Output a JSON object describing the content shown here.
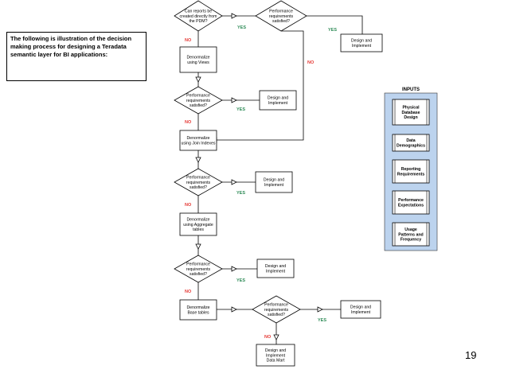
{
  "intro_text": "The following is illustration of the decision making process for designing a Teradata semantic layer for BI applications:",
  "page_number": "19",
  "inputs": {
    "title": "INPUTS",
    "items": [
      [
        "Physical",
        "Database",
        "Design"
      ],
      [
        "Data",
        "Demographics"
      ],
      [
        "Reporting",
        "Requirements"
      ],
      [
        "Performance",
        "Expectations"
      ],
      [
        "Usage",
        "Patterns and",
        "Frequency"
      ]
    ]
  },
  "nodes": {
    "d_pdm": [
      "Can reports be",
      "created directly from",
      "the PDM?"
    ],
    "d_perf0": [
      "Performance",
      "requirements",
      "satisfied?"
    ],
    "p_design0": [
      "Design and",
      "Implement"
    ],
    "p_views": [
      "Denormalize",
      "using Views"
    ],
    "d_perf1": [
      "Performance",
      "requirements",
      "satisfied?"
    ],
    "p_design1": [
      "Design and",
      "Implement"
    ],
    "p_join": [
      "Denormalize",
      "using Join Indexes"
    ],
    "d_perf2": [
      "Performance",
      "requirements",
      "satisfied?"
    ],
    "p_design2": [
      "Design and",
      "Implement"
    ],
    "p_agg": [
      "Denormalize",
      "using Aggregate",
      "tables"
    ],
    "d_perf3": [
      "Performance",
      "requirements",
      "satisfied?"
    ],
    "p_design3": [
      "Design and",
      "Implement"
    ],
    "p_base": [
      "Denormalize",
      "Base tables"
    ],
    "d_perf4": [
      "Performance",
      "requirements",
      "satisfied?"
    ],
    "p_design4": [
      "Design and",
      "Implement"
    ],
    "p_datamart": [
      "Design and",
      "Implement",
      "Data Mart"
    ]
  },
  "edge_labels": {
    "yes": "YES",
    "no": "NO"
  },
  "colors": {
    "yes": "#2e8b57",
    "no": "#e53935",
    "line": "#000000",
    "inputs_fill": "#bcd3ee"
  }
}
